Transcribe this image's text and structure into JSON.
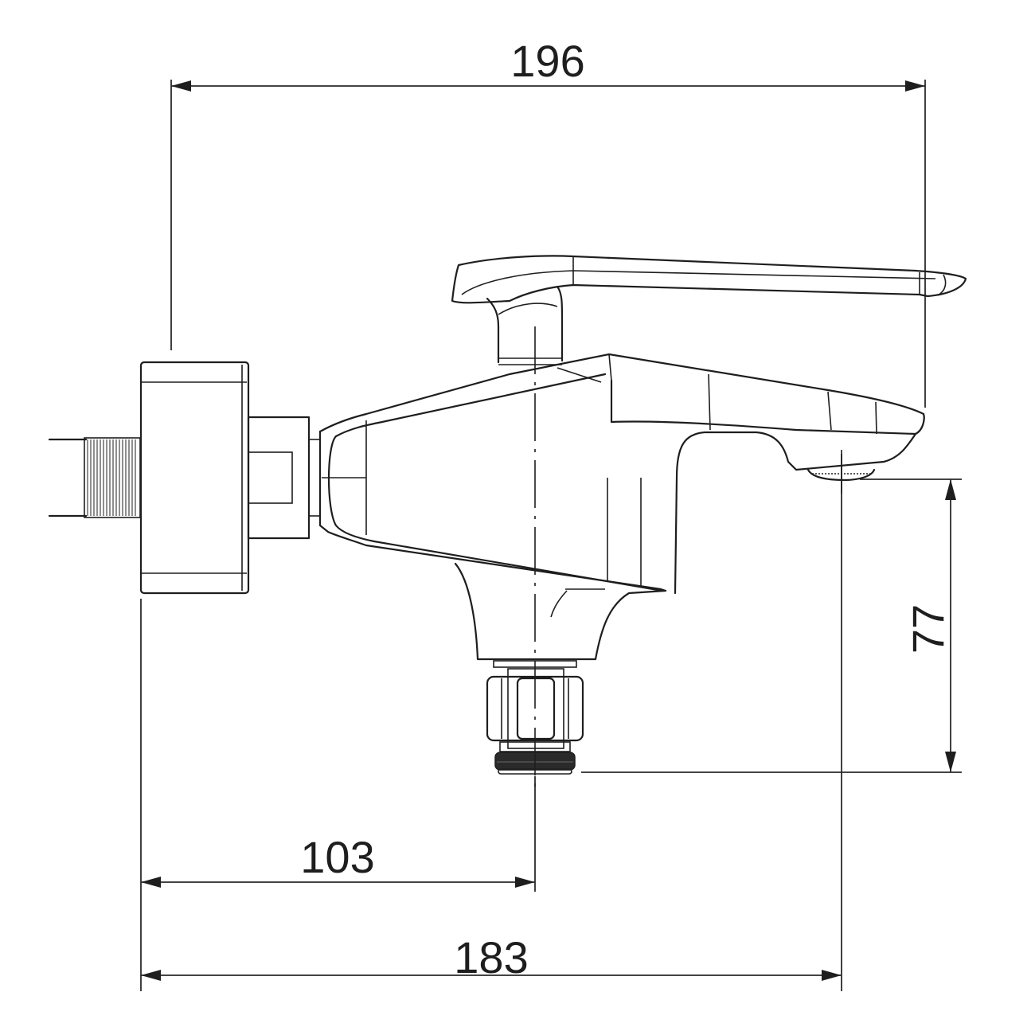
{
  "diagram": {
    "subject": "faucet side elevation",
    "line_color": "#1e1e1e",
    "background": "#ffffff",
    "dimensions": {
      "overall_width": {
        "label": "196",
        "unit": "mm"
      },
      "outlet_height": {
        "label": "77",
        "unit": "mm"
      },
      "wall_to_outlet_center": {
        "label": "103",
        "unit": "mm"
      },
      "wall_to_spout_tip": {
        "label": "183",
        "unit": "mm"
      }
    }
  }
}
